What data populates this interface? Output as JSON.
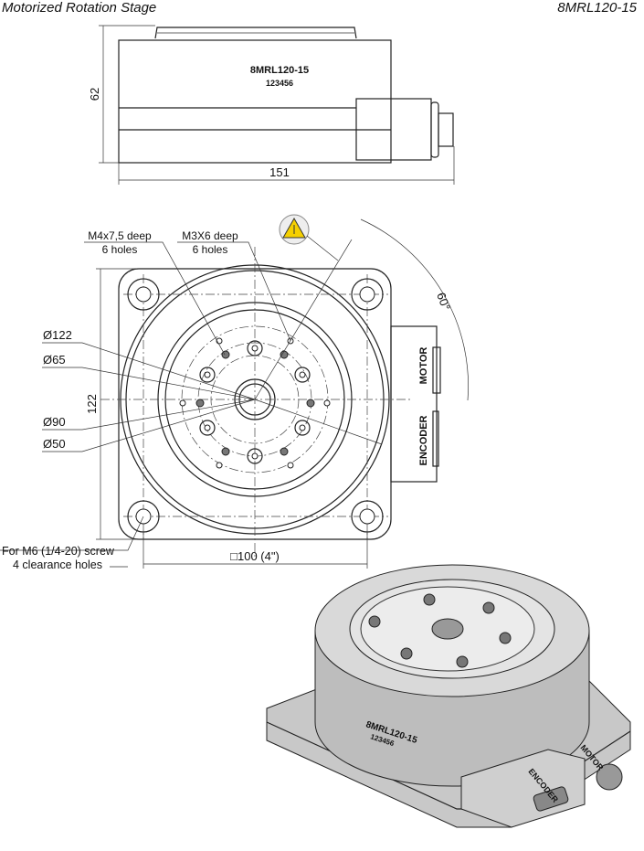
{
  "header": {
    "title": "Motorized Rotation Stage",
    "model": "8MRL120-15"
  },
  "side_view": {
    "label_model": "8MRL120-15",
    "label_serial": "123456",
    "dim_height": "62",
    "dim_width": "151"
  },
  "top_view": {
    "callout_m4": "M4x7,5 deep",
    "callout_m4_count": "6 holes",
    "callout_m3": "M3X6 deep",
    "callout_m3_count": "6 holes",
    "dia_122": "Ø122",
    "dia_65": "Ø65",
    "dia_90": "Ø90",
    "dia_50": "Ø50",
    "dim_height": "122",
    "dim_square": "□100 (4\")",
    "angle": "60°",
    "screw_note": "For M6 (1/4-20) screw",
    "screw_note_count": "4 clearance holes",
    "connector_motor": "MOTOR",
    "connector_encoder": "ENCODER"
  },
  "iso_view": {
    "label_model": "8MRL120-15",
    "label_serial": "123456",
    "connector_encoder": "ENCODER",
    "connector_motor": "MOTOR"
  },
  "colors": {
    "warning": "#f5d000"
  }
}
